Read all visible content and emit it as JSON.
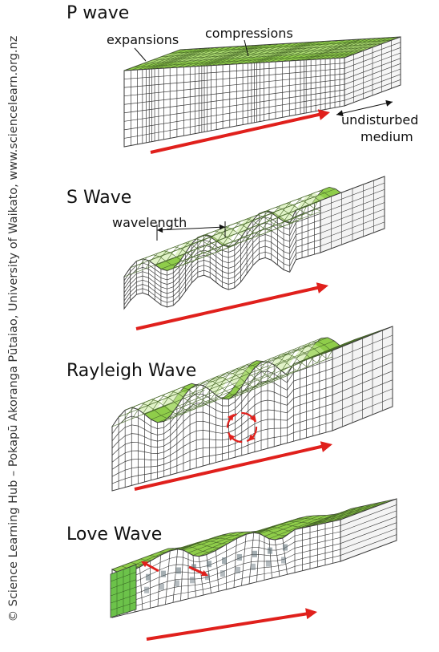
{
  "credit": "© Science Learning Hub – Pokapū Akoranga Pūtaiao, University of Waikato, www.sciencelearn.org.nz",
  "panels": {
    "p_wave": {
      "title": "P wave",
      "labels": {
        "expansions": "expansions",
        "compressions": "compressions",
        "undisturbed": "undisturbed",
        "medium": "medium"
      }
    },
    "s_wave": {
      "title": "S Wave",
      "labels": {
        "wavelength": "wavelength"
      }
    },
    "rayleigh_wave": {
      "title": "Rayleigh Wave"
    },
    "love_wave": {
      "title": "Love Wave"
    }
  },
  "colors": {
    "top_surface": "#8fcd4a",
    "top_surface_light": "#c9e99a",
    "grid_line": "#3a3a3a",
    "arrow": "#e0201c",
    "front_face": "#ffffff",
    "love_side": "#6cc24a"
  }
}
